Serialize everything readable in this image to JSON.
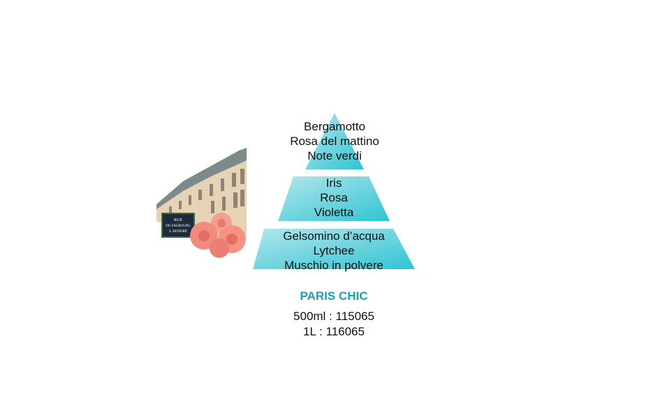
{
  "pyramid": {
    "top": [
      "Bergamotto",
      "Rosa del mattino",
      "Note verdi"
    ],
    "middle": [
      "Iris",
      "Rosa",
      "Violetta"
    ],
    "base": [
      "Gelsomino d’acqua",
      "Lytchee",
      "Muschio in polvere"
    ]
  },
  "product": {
    "name": "PARIS CHIC",
    "codes": [
      "500ml : 115065",
      "1L : 116065"
    ]
  },
  "illustration": {
    "sign_text": [
      "RUE",
      "DU FAUBOURG",
      "S. HONORÉ"
    ]
  },
  "colors": {
    "accent": "#1a9fb0",
    "pyramid_light": "#a8e3ea",
    "pyramid_dark": "#3cc8d6"
  }
}
